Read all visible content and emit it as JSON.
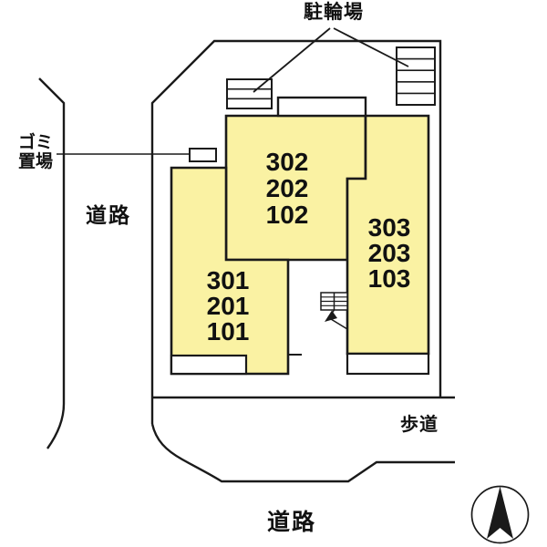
{
  "title": "建物配置図 (site plan)",
  "labels": {
    "bicycle_parking": "駐輪場",
    "garbage_area": "ゴミ\n置場",
    "road_left": "道路",
    "road_bottom": "道路",
    "sidewalk": "歩道"
  },
  "units": {
    "center": [
      "302",
      "202",
      "102"
    ],
    "right": [
      "303",
      "203",
      "103"
    ],
    "left": [
      "301",
      "201",
      "101"
    ]
  },
  "icons": {
    "compass": "north-arrow",
    "stairs": "staircase-with-down-arrow",
    "bicycle_racks": 2
  },
  "colors": {
    "building_fill": "#FAF2A3",
    "line": "#1A1A1A",
    "background": "#FFFFFF"
  }
}
